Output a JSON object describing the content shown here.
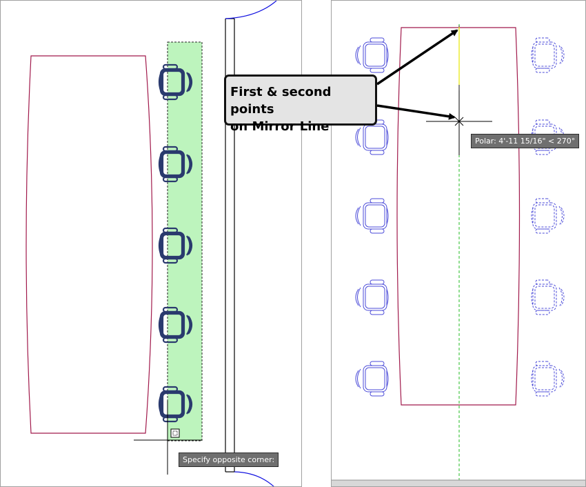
{
  "left_view": {
    "prompt_tooltip": "Specify opposite corner:",
    "colors": {
      "table": "#a0184a",
      "chair": "#2a3a6e",
      "selection_fill": "#99ee99",
      "wall": "#000000",
      "door_arc": "#1010e0"
    }
  },
  "right_view": {
    "polar_tooltip": "Polar: 4'-11 15/16\" < 270°",
    "colors": {
      "table": "#a0184a",
      "chair": "#4a4ad8",
      "mirror_line": "#22bb22"
    }
  },
  "callout": {
    "line1": "First & second points",
    "line2": "on Mirror Line"
  }
}
